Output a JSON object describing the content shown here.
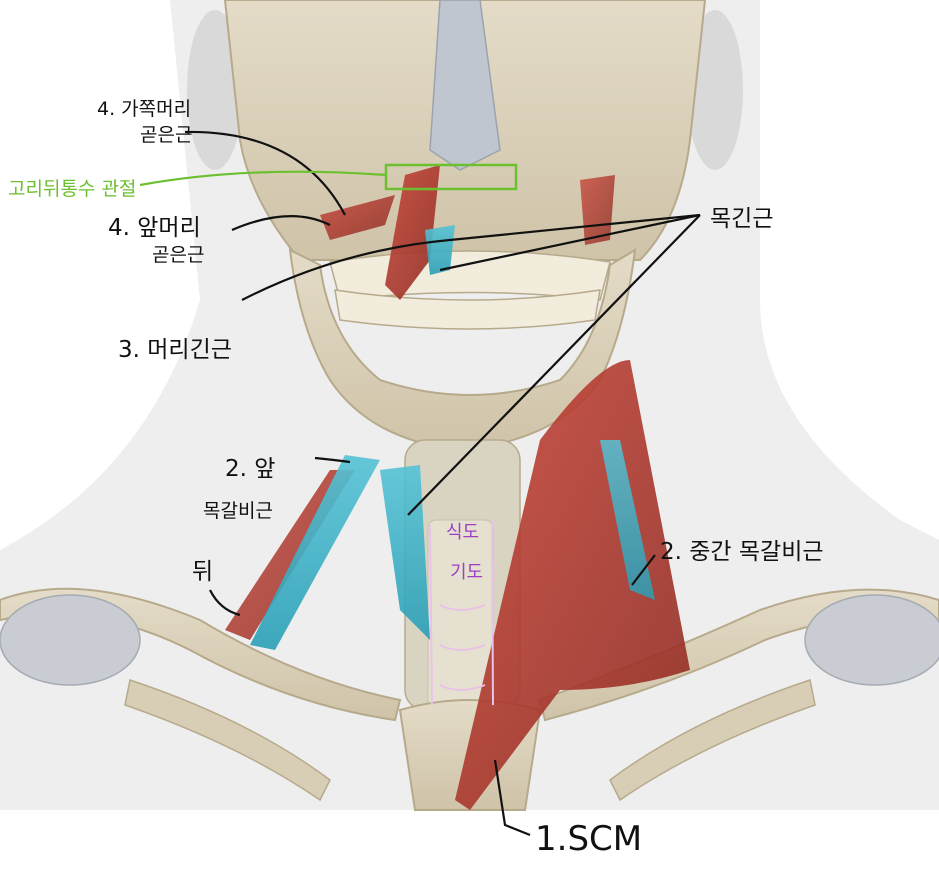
{
  "labels": {
    "occipital_joint": "고리뒤통수 관절",
    "rectus_lateralis_line1": "4. 가쪽머리",
    "rectus_lateralis_line2": "곧은근",
    "rectus_anterior_line1": "4. 앞머리",
    "rectus_anterior_line2": "곧은근",
    "longus_capitis": "3. 머리긴근",
    "longus_colli": "목긴근",
    "anterior_scalene_line1": "2.  앞",
    "anterior_scalene_line2": "목갈비근",
    "posterior_scalene": "뒤",
    "middle_scalene": "2. 중간 목갈비근",
    "esophagus": "식도",
    "trachea": "기도",
    "scm": "1.SCM"
  },
  "colors": {
    "label_accent": "#6cbf2e",
    "esophagus_label": "#9b3fc3",
    "muscle_red": "#b4382c",
    "muscle_cyan": "#3bb3c9",
    "bone": "#dcd2bd"
  }
}
